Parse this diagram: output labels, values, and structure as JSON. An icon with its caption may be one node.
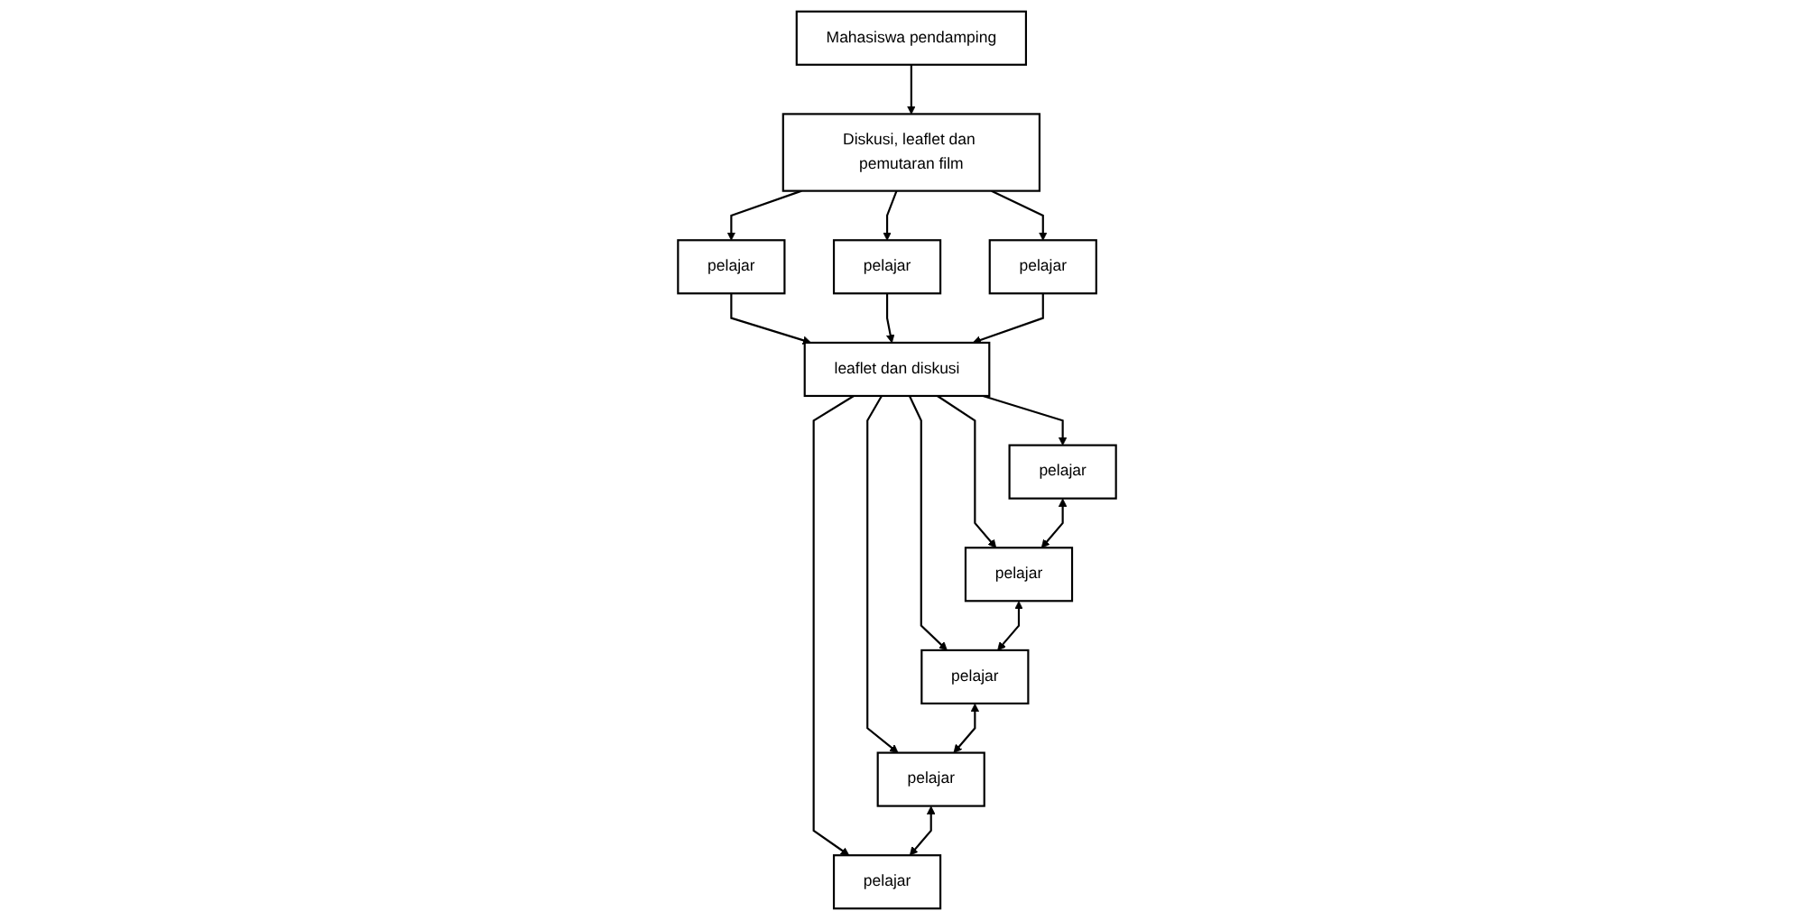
{
  "diagram": {
    "nodes": [
      {
        "text": [
          "Mahasiswa pendamping"
        ]
      },
      {
        "text": [
          "Diskusi, leaflet dan pemutaran film"
        ]
      },
      {
        "text": [
          "pelajar"
        ]
      },
      {
        "text": [
          "pelajar"
        ]
      },
      {
        "text": [
          "pelajar"
        ]
      },
      {
        "text": [
          "leaflet dan diskusi"
        ]
      },
      {
        "text": [
          "pelajar"
        ]
      },
      {
        "text": [
          "pelajar"
        ]
      },
      {
        "text": [
          "pelajar"
        ]
      },
      {
        "text": [
          "pelajar"
        ]
      },
      {
        "text": [
          "pelajar"
        ]
      }
    ],
    "edges": [
      {
        "from": 0,
        "to": 1,
        "arrow": "to"
      },
      {
        "from": 1,
        "to": 2,
        "arrow": "to"
      },
      {
        "from": 1,
        "to": 3,
        "arrow": "to"
      },
      {
        "from": 1,
        "to": 4,
        "arrow": "to"
      },
      {
        "from": 2,
        "to": 5,
        "arrow": "to"
      },
      {
        "from": 3,
        "to": 5,
        "arrow": "to"
      },
      {
        "from": 4,
        "to": 5,
        "arrow": "to"
      },
      {
        "from": 5,
        "to": 6,
        "arrow": "to"
      },
      {
        "from": 5,
        "to": 7,
        "arrow": "to"
      },
      {
        "from": 5,
        "to": 8,
        "arrow": "to"
      },
      {
        "from": 5,
        "to": 9,
        "arrow": "to"
      },
      {
        "from": 5,
        "to": 10,
        "arrow": "to"
      },
      {
        "from": 6,
        "to": 7,
        "arrow": "both"
      },
      {
        "from": 7,
        "to": 8,
        "arrow": "both"
      },
      {
        "from": 8,
        "to": 9,
        "arrow": "both"
      },
      {
        "from": 9,
        "to": 10,
        "arrow": "both"
      }
    ]
  }
}
